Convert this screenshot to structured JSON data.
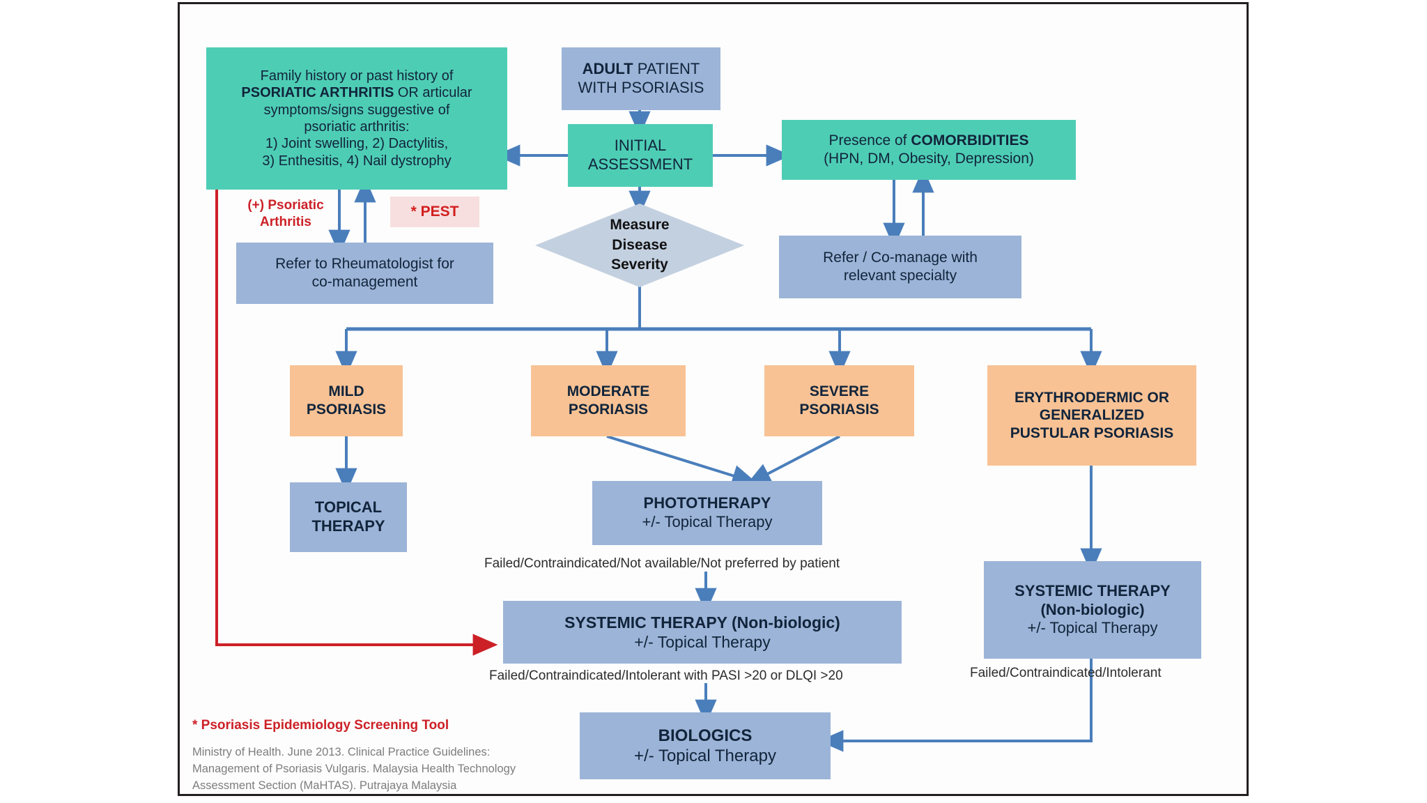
{
  "diagram": {
    "title": "Management of Psoriasis Vulgaris Treatment Algorithm",
    "colors": {
      "green": "#4ecdb5",
      "orange": "#f8c294",
      "blue": "#9cb4d7",
      "diamond": "#c3d0e0",
      "arrow_blue": "#4a7ebb",
      "arrow_red": "#cc2027",
      "pest_bg": "#f7dfdf",
      "frame": "#231f20"
    }
  },
  "nodes": {
    "family_history": {
      "lines": [
        "Family history or past history of",
        "PSORIATIC ARTHRITIS OR articular",
        "symptoms/signs suggestive of",
        "psoriatic arthritis:",
        "1) Joint swelling, 2) Dactylitis,",
        "3) Enthesitis, 4) Nail dystrophy"
      ],
      "bold_fragment": "PSORIATIC ARTHRITIS",
      "rest_fragment": " OR articular"
    },
    "adult_patient": {
      "bold_word": "ADULT",
      "rest_word": " PATIENT",
      "line2": "WITH PSORIASIS"
    },
    "initial_assessment": {
      "line1": "INITIAL",
      "line2": "ASSESSMENT"
    },
    "comorbidities": {
      "line1_normal": "Presence of ",
      "line1_bold": "COMORBIDITIES",
      "line2": "(HPN, DM, Obesity, Depression)"
    },
    "refer_specialty": {
      "line1": "Refer / Co-manage with",
      "line2": "relevant specialty"
    },
    "measure_severity": {
      "line1": "Measure",
      "line2": "Disease",
      "line3": "Severity"
    },
    "refer_rheumatologist": {
      "line1": "Refer to Rheumatologist for",
      "line2": "co-management"
    },
    "pest_box": {
      "label": "* PEST"
    },
    "psoriatic_arthritis_label": {
      "line1": "(+) Psoriatic",
      "line2": "Arthritis"
    },
    "mild": {
      "line1": "MILD",
      "line2": "PSORIASIS"
    },
    "moderate": {
      "line1": "MODERATE",
      "line2": "PSORIASIS"
    },
    "severe": {
      "line1": "SEVERE",
      "line2": "PSORIASIS"
    },
    "erythrodermic": {
      "line1": "ERYTHRODERMIC OR",
      "line2": "GENERALIZED",
      "line3": "PUSTULAR PSORIASIS"
    },
    "topical_therapy": {
      "line1": "TOPICAL",
      "line2": "THERAPY"
    },
    "phototherapy": {
      "line1": "PHOTOTHERAPY",
      "line2": "+/- Topical Therapy"
    },
    "systemic_center": {
      "line1": "SYSTEMIC THERAPY (Non-biologic)",
      "line2": "+/- Topical Therapy"
    },
    "systemic_right": {
      "line1": "SYSTEMIC THERAPY",
      "line2": "(Non-biologic)",
      "line3": "+/- Topical Therapy"
    },
    "biologics": {
      "line1": "BIOLOGICS",
      "line2": "+/- Topical Therapy"
    }
  },
  "edge_labels": {
    "photo_to_systemic": "Failed/Contraindicated/Not available/Not preferred by patient",
    "systemic_to_biologics": "Failed/Contraindicated/Intolerant with PASI >20 or DLQI >20",
    "right_systemic_to_biologics": "Failed/Contraindicated/Intolerant"
  },
  "footnotes": {
    "star_note": "* Psoriasis Epidemiology Screening Tool",
    "reference": "Ministry of Health. June 2013. Clinical Practice Guidelines: Management of Psoriasis Vulgaris. Malaysia Health Technology Assessment Section (MaHTAS). Putrajaya Malaysia"
  },
  "chart_data": {
    "type": "flowchart",
    "title": "Adult psoriasis management algorithm",
    "nodes": [
      {
        "id": "family_history",
        "label": "Family history or past history of PSORIATIC ARTHRITIS OR articular symptoms/signs suggestive of psoriatic arthritis: 1) Joint swelling, 2) Dactylitis, 3) Enthesitis, 4) Nail dystrophy",
        "shape": "rect",
        "color": "#4ecdb5"
      },
      {
        "id": "adult_patient",
        "label": "ADULT PATIENT WITH PSORIASIS",
        "shape": "rect",
        "color": "#9cb4d7"
      },
      {
        "id": "initial_assessment",
        "label": "INITIAL ASSESSMENT",
        "shape": "rect",
        "color": "#4ecdb5"
      },
      {
        "id": "comorbidities",
        "label": "Presence of COMORBIDITIES (HPN, DM, Obesity, Depression)",
        "shape": "rect",
        "color": "#4ecdb5"
      },
      {
        "id": "refer_specialty",
        "label": "Refer / Co-manage with relevant specialty",
        "shape": "rect",
        "color": "#9cb4d7"
      },
      {
        "id": "measure_severity",
        "label": "Measure Disease Severity",
        "shape": "diamond",
        "color": "#c3d0e0"
      },
      {
        "id": "refer_rheumatologist",
        "label": "Refer to Rheumatologist for co-management",
        "shape": "rect",
        "color": "#9cb4d7"
      },
      {
        "id": "pest_box",
        "label": "* PEST",
        "shape": "rect",
        "color": "#f7dfdf"
      },
      {
        "id": "mild",
        "label": "MILD PSORIASIS",
        "shape": "rect",
        "color": "#f8c294"
      },
      {
        "id": "moderate",
        "label": "MODERATE PSORIASIS",
        "shape": "rect",
        "color": "#f8c294"
      },
      {
        "id": "severe",
        "label": "SEVERE PSORIASIS",
        "shape": "rect",
        "color": "#f8c294"
      },
      {
        "id": "erythrodermic",
        "label": "ERYTHRODERMIC OR GENERALIZED PUSTULAR PSORIASIS",
        "shape": "rect",
        "color": "#f8c294"
      },
      {
        "id": "topical_therapy",
        "label": "TOPICAL THERAPY",
        "shape": "rect",
        "color": "#9cb4d7"
      },
      {
        "id": "phototherapy",
        "label": "PHOTOTHERAPY +/- Topical Therapy",
        "shape": "rect",
        "color": "#9cb4d7"
      },
      {
        "id": "systemic_center",
        "label": "SYSTEMIC THERAPY (Non-biologic) +/- Topical Therapy",
        "shape": "rect",
        "color": "#9cb4d7"
      },
      {
        "id": "systemic_right",
        "label": "SYSTEMIC THERAPY (Non-biologic) +/- Topical Therapy",
        "shape": "rect",
        "color": "#9cb4d7"
      },
      {
        "id": "biologics",
        "label": "BIOLOGICS +/- Topical Therapy",
        "shape": "rect",
        "color": "#9cb4d7"
      }
    ],
    "edges": [
      {
        "from": "adult_patient",
        "to": "initial_assessment",
        "label": "",
        "color": "#4a7ebb"
      },
      {
        "from": "initial_assessment",
        "to": "family_history",
        "label": "",
        "color": "#4a7ebb"
      },
      {
        "from": "initial_assessment",
        "to": "comorbidities",
        "label": "",
        "color": "#4a7ebb"
      },
      {
        "from": "initial_assessment",
        "to": "measure_severity",
        "label": "",
        "color": "#4a7ebb"
      },
      {
        "from": "family_history",
        "to": "refer_rheumatologist",
        "label": "",
        "color": "#4a7ebb"
      },
      {
        "from": "refer_rheumatologist",
        "to": "family_history",
        "label": "",
        "color": "#4a7ebb"
      },
      {
        "from": "comorbidities",
        "to": "refer_specialty",
        "label": "",
        "color": "#4a7ebb"
      },
      {
        "from": "refer_specialty",
        "to": "comorbidities",
        "label": "",
        "color": "#4a7ebb"
      },
      {
        "from": "measure_severity",
        "to": "mild",
        "label": "",
        "color": "#4a7ebb"
      },
      {
        "from": "measure_severity",
        "to": "moderate",
        "label": "",
        "color": "#4a7ebb"
      },
      {
        "from": "measure_severity",
        "to": "severe",
        "label": "",
        "color": "#4a7ebb"
      },
      {
        "from": "measure_severity",
        "to": "erythrodermic",
        "label": "",
        "color": "#4a7ebb"
      },
      {
        "from": "mild",
        "to": "topical_therapy",
        "label": "",
        "color": "#4a7ebb"
      },
      {
        "from": "moderate",
        "to": "phototherapy",
        "label": "",
        "color": "#4a7ebb"
      },
      {
        "from": "severe",
        "to": "phototherapy",
        "label": "",
        "color": "#4a7ebb"
      },
      {
        "from": "phototherapy",
        "to": "systemic_center",
        "label": "Failed/Contraindicated/Not available/Not preferred by patient",
        "color": "#4a7ebb"
      },
      {
        "from": "systemic_center",
        "to": "biologics",
        "label": "Failed/Contraindicated/Intolerant with PASI >20 or DLQI >20",
        "color": "#4a7ebb"
      },
      {
        "from": "erythrodermic",
        "to": "systemic_right",
        "label": "",
        "color": "#4a7ebb"
      },
      {
        "from": "systemic_right",
        "to": "biologics",
        "label": "Failed/Contraindicated/Intolerant",
        "color": "#4a7ebb"
      },
      {
        "from": "family_history",
        "to": "systemic_center",
        "label": "(+) Psoriatic Arthritis",
        "color": "#cc2027"
      }
    ]
  }
}
